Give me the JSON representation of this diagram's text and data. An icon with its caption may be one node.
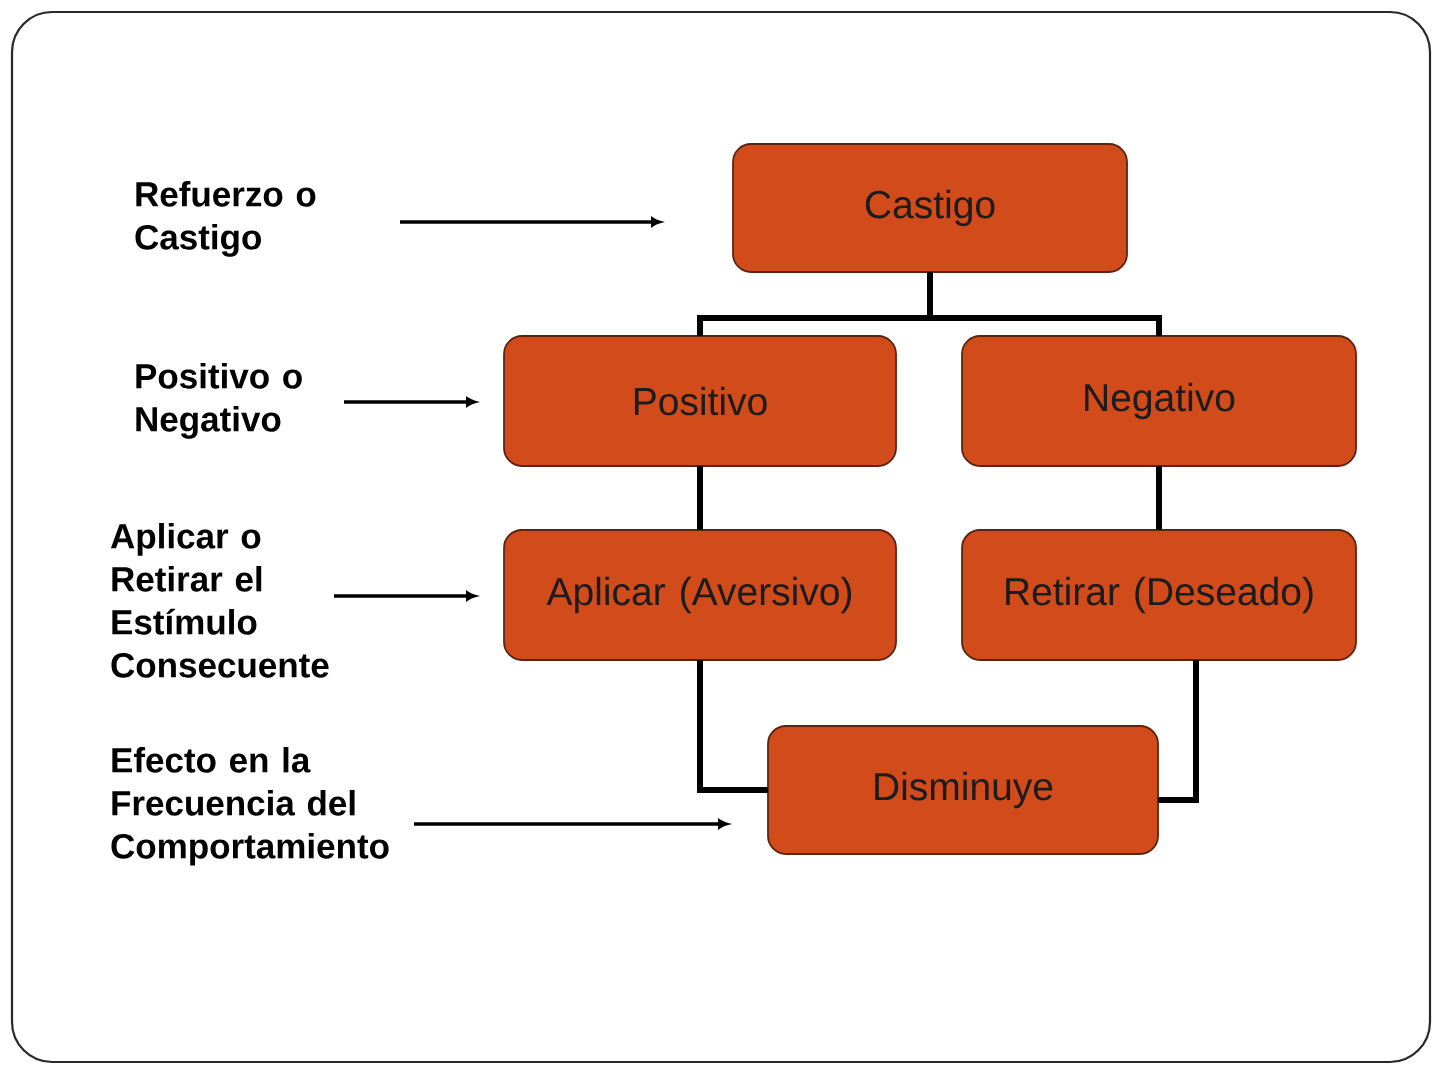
{
  "diagram": {
    "nodes": [
      {
        "text": [
          "Refuerzo o Castigo"
        ]
      },
      {
        "text": [
          "Castigo"
        ]
      },
      {
        "text": [
          "Positivo o Negativo"
        ]
      },
      {
        "text": [
          "Positivo"
        ]
      },
      {
        "text": [
          "Negativo"
        ]
      },
      {
        "text": [
          "Aplicar o Retirar el Estímulo Consecuente"
        ]
      },
      {
        "text": [
          "Aplicar (Aversivo)"
        ]
      },
      {
        "text": [
          "Retirar (Deseado)"
        ]
      },
      {
        "text": [
          "Efecto en la Frecuencia del Comportamiento"
        ]
      },
      {
        "text": [
          "Disminuye"
        ]
      }
    ],
    "edges": [
      {
        "from": 0,
        "to": 1,
        "arrow": "to"
      },
      {
        "from": 1,
        "to": 3,
        "arrow": "none"
      },
      {
        "from": 1,
        "to": 4,
        "arrow": "none"
      },
      {
        "from": 2,
        "to": 3,
        "arrow": "to"
      },
      {
        "from": 3,
        "to": 6,
        "arrow": "none"
      },
      {
        "from": 4,
        "to": 7,
        "arrow": "none"
      },
      {
        "from": 5,
        "to": 6,
        "arrow": "to"
      },
      {
        "from": 6,
        "to": 9,
        "arrow": "none"
      },
      {
        "from": 7,
        "to": 9,
        "arrow": "none"
      },
      {
        "from": 8,
        "to": 9,
        "arrow": "to"
      }
    ]
  }
}
